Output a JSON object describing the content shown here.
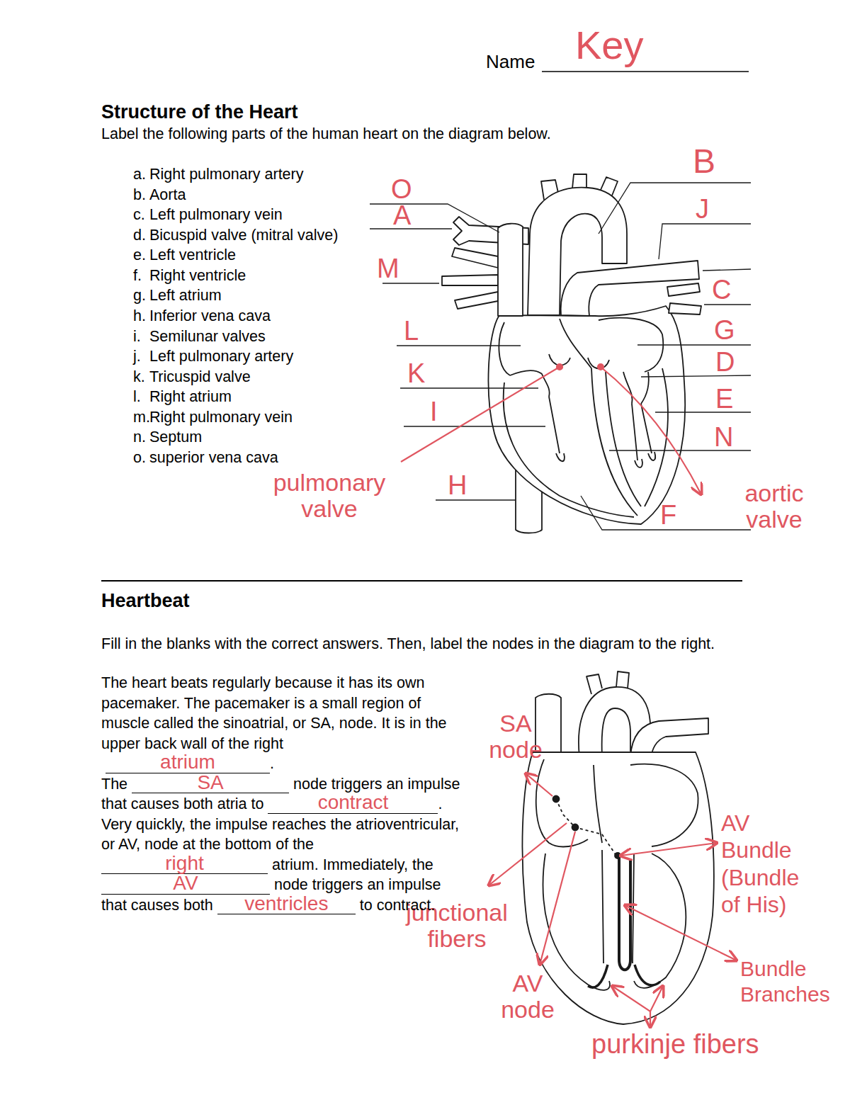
{
  "diagram": {
    "title": "Structure of the Heart",
    "labels": [
      "Name",
      "Key",
      "Label the following parts of the human heart on the diagram below.",
      "a.",
      "Right pulmonary artery",
      "b.",
      "Aorta",
      "c.",
      "Left pulmonary vein",
      "d.",
      "Bicuspid valve (mitral valve)",
      "e.",
      "Left ventricle",
      "f.",
      "Right ventricle",
      "g.",
      "Left atrium",
      "h.",
      "Inferior vena cava",
      "i.",
      "Semilunar valves",
      "j.",
      "Left pulmonary artery",
      "k.",
      "Tricuspid valve",
      "l.",
      "Right atrium",
      "m.",
      "Right pulmonary vein",
      "n.",
      "Septum",
      "o.",
      "superior vena cava",
      "O",
      "A",
      "M",
      "L",
      "K",
      "I",
      "H",
      "B",
      "J",
      "C",
      "G",
      "D",
      "E",
      "N",
      "F",
      "pulmonary valve",
      "aortic valve",
      "Heartbeat",
      "Fill in the blanks with the correct answers. Then, label the nodes in the diagram to the right.",
      "The heart beats regularly because it has its own pacemaker. The pacemaker is a small region of muscle called the sinoatrial, or SA, node. It is in the upper back wall of the right",
      "atrium",
      ".",
      "The",
      "SA",
      "node triggers an impulse",
      "that causes both atria to",
      "contract",
      ".",
      "Very quickly, the impulse reaches the atrioventricular,",
      "or AV, node at the bottom of the",
      "right",
      "atrium. Immediately, the",
      "AV",
      "node triggers an impulse",
      "that causes both",
      "ventricles",
      "to contract.",
      "SA node",
      "junctional fibers",
      "AV node",
      "AV Bundle (Bundle of His)",
      "Bundle Branches",
      "purkinje fibers"
    ]
  }
}
